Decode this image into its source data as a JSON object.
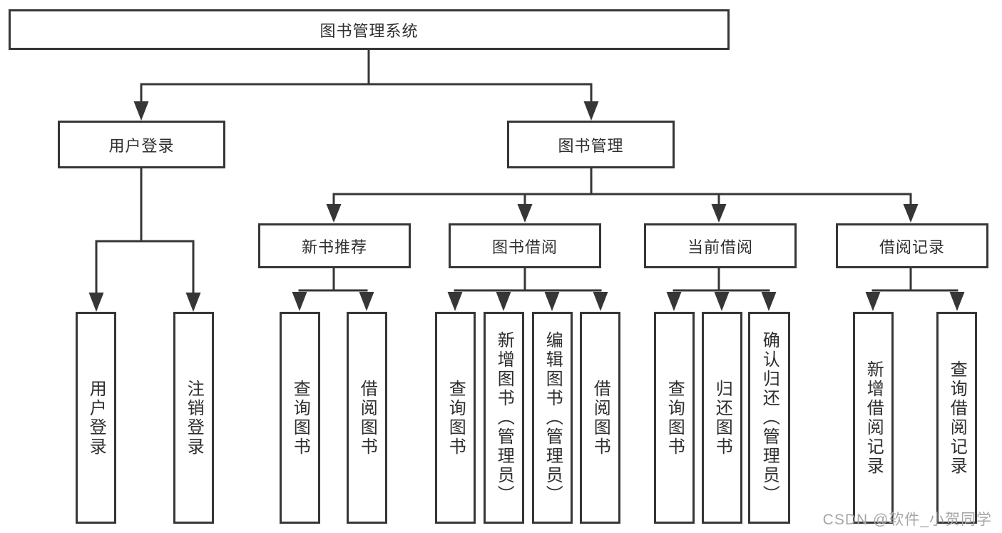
{
  "root": {
    "label": "图书管理系统"
  },
  "branches": [
    {
      "label": "用户登录",
      "children": [
        {
          "label": "用户登录"
        },
        {
          "label": "注销登录"
        }
      ]
    },
    {
      "label": "图书管理",
      "children": [
        {
          "label": "新书推荐",
          "children": [
            {
              "label": "查询图书"
            },
            {
              "label": "借阅图书"
            }
          ]
        },
        {
          "label": "图书借阅",
          "children": [
            {
              "label": "查询图书"
            },
            {
              "label": "新增图书（管理员）"
            },
            {
              "label": "编辑图书（管理员）"
            },
            {
              "label": "借阅图书"
            }
          ]
        },
        {
          "label": "当前借阅",
          "children": [
            {
              "label": "查询图书"
            },
            {
              "label": "归还图书"
            },
            {
              "label": "确认归还（管理员）"
            }
          ]
        },
        {
          "label": "借阅记录",
          "children": [
            {
              "label": "新增借阅记录"
            },
            {
              "label": "查询借阅记录"
            }
          ]
        }
      ]
    }
  ],
  "watermark": "CSDN @软件_小贺同学",
  "colors": {
    "line": "#363636",
    "text": "#2e2e2e",
    "watermark": "#a6a6a6",
    "background": "#ffffff"
  }
}
